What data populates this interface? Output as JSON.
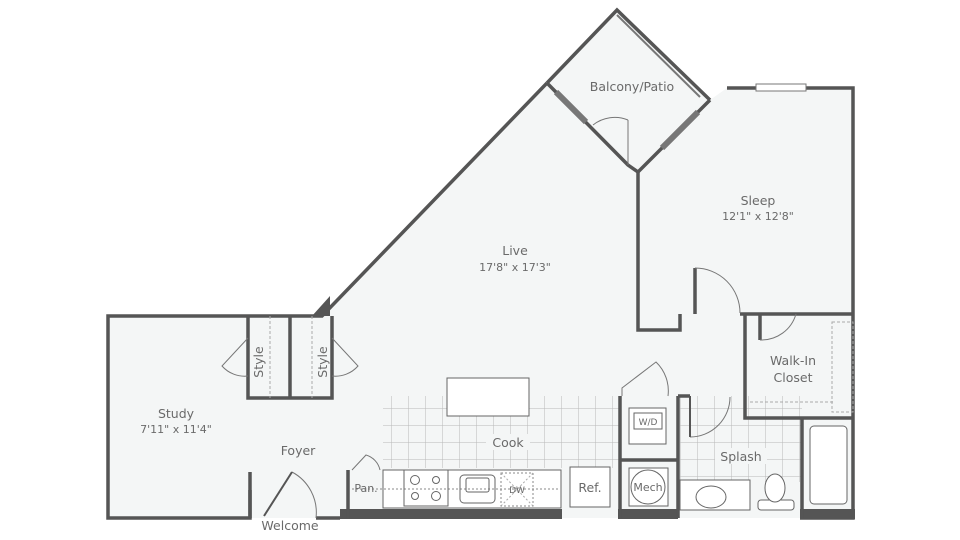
{
  "colors": {
    "wall": "#555555",
    "floor": "#f4f6f6",
    "text": "#6a6a6a",
    "tile": "#b8b8b8"
  },
  "rooms": {
    "balcony": {
      "name": "Balcony/Patio"
    },
    "sleep": {
      "name": "Sleep",
      "size": "12'1\" x 12'8\""
    },
    "live": {
      "name": "Live",
      "size": "17'8\" x 17'3\""
    },
    "study": {
      "name": "Study",
      "size": "7'11\" x 11'4\""
    },
    "foyer": {
      "name": "Foyer"
    },
    "entry": {
      "name": "Welcome"
    },
    "style1": {
      "name": "Style"
    },
    "style2": {
      "name": "Style"
    },
    "closet": {
      "name": "Walk-In",
      "name2": "Closet"
    },
    "cook": {
      "name": "Cook"
    },
    "splash": {
      "name": "Splash"
    }
  },
  "fixtures": {
    "pantry": "Pan.",
    "dishwasher": "DW",
    "fridge": "Ref.",
    "mech": "Mech",
    "washer_dryer": "W/D"
  }
}
